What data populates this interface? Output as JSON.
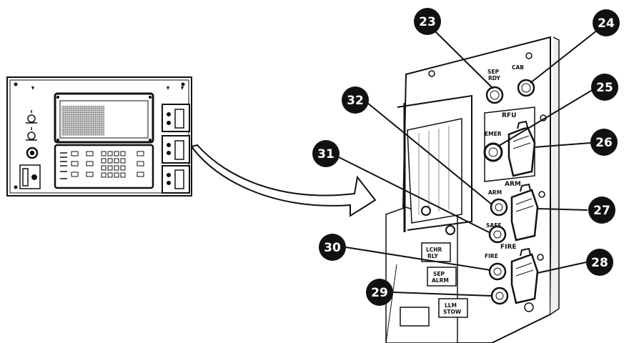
{
  "callouts": [
    {
      "id": "23",
      "target": "sep-rdy-button"
    },
    {
      "id": "24",
      "target": "cab-button"
    },
    {
      "id": "25",
      "target": "emer-button"
    },
    {
      "id": "26",
      "target": "rfu-guard-switch"
    },
    {
      "id": "27",
      "target": "arm-guard-switch"
    },
    {
      "id": "28",
      "target": "fire-guard-switch"
    },
    {
      "id": "29",
      "target": "lower-button"
    },
    {
      "id": "30",
      "target": "fire-button"
    },
    {
      "id": "31",
      "target": "safe-button"
    },
    {
      "id": "32",
      "target": "arm-button"
    }
  ],
  "labels": {
    "sep_rdy_line1": "SEP",
    "sep_rdy_line2": "RDY",
    "cab": "CAB",
    "rfu": "RFU",
    "emer": "EMER",
    "arm_button": "ARM",
    "arm_section": "ARM",
    "safe": "SAFE",
    "fire_button": "FIRE",
    "fire_section": "FIRE",
    "lchr_line1": "LCHR",
    "lchr_line2": "RLY",
    "sep_alarm_line1": "SEP",
    "sep_alarm_line2": "ALRM",
    "llm_line1": "LLM",
    "llm_line2": "STOW"
  }
}
